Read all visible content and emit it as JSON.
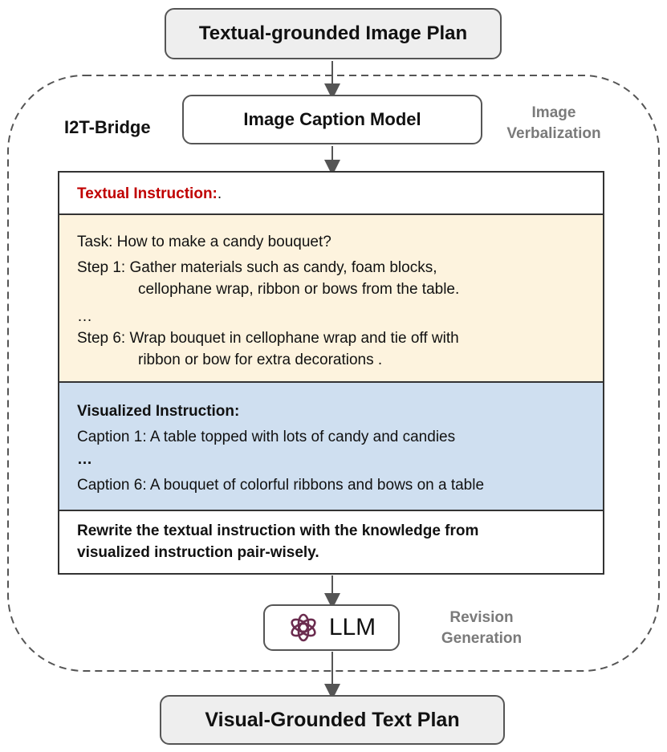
{
  "top_box": "Textual-grounded Image Plan",
  "bridge_label": "I2T-Bridge",
  "caption_model": "Image Caption Model",
  "image_verbalization": [
    "Image",
    "Verbalization"
  ],
  "textual_instruction": {
    "heading": "Textual Instruction:",
    "heading_suffix": ".",
    "task": "Task: How to make a candy bouquet?",
    "step1_line1": "Step 1: Gather materials such as candy, foam blocks,",
    "step1_line2": "cellophane wrap, ribbon or bows from the table.",
    "ellipsis": "…",
    "step6_line1": "Step 6: Wrap bouquet in cellophane wrap and tie off with",
    "step6_line2": "ribbon or bow for extra decorations ."
  },
  "visualized_instruction": {
    "heading": "Visualized Instruction:",
    "caption1": "Caption 1: A table topped with lots of candy and candies",
    "ellipsis": "…",
    "caption6": "Caption 6: A bouquet of colorful ribbons and bows on a table"
  },
  "rewrite": {
    "line1": "Rewrite the textual instruction with the knowledge from",
    "line2": "visualized instruction pair-wisely."
  },
  "llm_label": "LLM",
  "llm_icon": "openai-logo-icon",
  "revision_generation": [
    "Revision",
    "Generation"
  ],
  "bottom_box": "Visual-Grounded Text Plan",
  "colors": {
    "accent_red": "#c00000",
    "textual_bg": "#fdf3de",
    "visual_bg": "#cfdff0",
    "box_bg": "#eeeeee",
    "side_label": "#7a7a7a"
  }
}
